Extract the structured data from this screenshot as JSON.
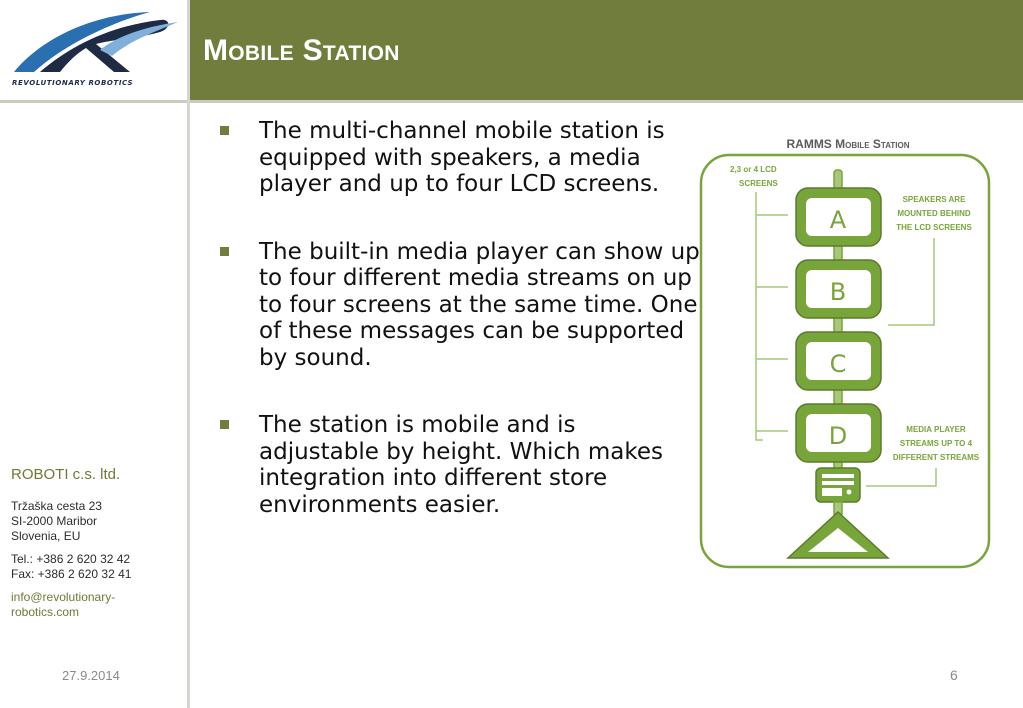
{
  "logo": {
    "text": "Revolutionary Robotics",
    "colors": {
      "blue": "#2a6fb0",
      "navy": "#1f2a44"
    }
  },
  "header": {
    "title": "Mobile Station"
  },
  "bullets": [
    "The multi-channel mobile station is equipped with speakers, a media player and up to four LCD screens.",
    "The built-in media player can show up to four different media streams on up to four screens at the same time. One of these messages can be supported by sound.",
    "The station is mobile and is adjustable by height. Which makes integration into different store environments easier."
  ],
  "company": {
    "name": "ROBOTI c.s. ltd.",
    "address": [
      "Tržaška cesta 23",
      "SI-2000 Maribor",
      "Slovenia, EU"
    ],
    "tel": "Tel.: +386 2 620 32 42",
    "fax": "Fax: +386 2 620 32 41",
    "email_line1": "info@revolutionary-",
    "email_line2": "robotics.com"
  },
  "footer": {
    "date": "27.9.2014",
    "page": "6"
  },
  "diagram": {
    "title": "RAMMS Mobile Station",
    "screens_label_1": "2,3 or 4 LCD",
    "screens_label_2": "Screens",
    "speakers_label_1": "Speakers Are",
    "speakers_label_2": "Mounted Behind",
    "speakers_label_3": "The LCD Screens",
    "player_label_1": "Media Player",
    "player_label_2": "Streams Up To 4",
    "player_label_3": "Different Streams",
    "screens": [
      "A",
      "B",
      "C",
      "D"
    ],
    "colors": {
      "accent": "#78a53a",
      "light": "#a6c878",
      "dark": "#5a7c2a"
    }
  }
}
